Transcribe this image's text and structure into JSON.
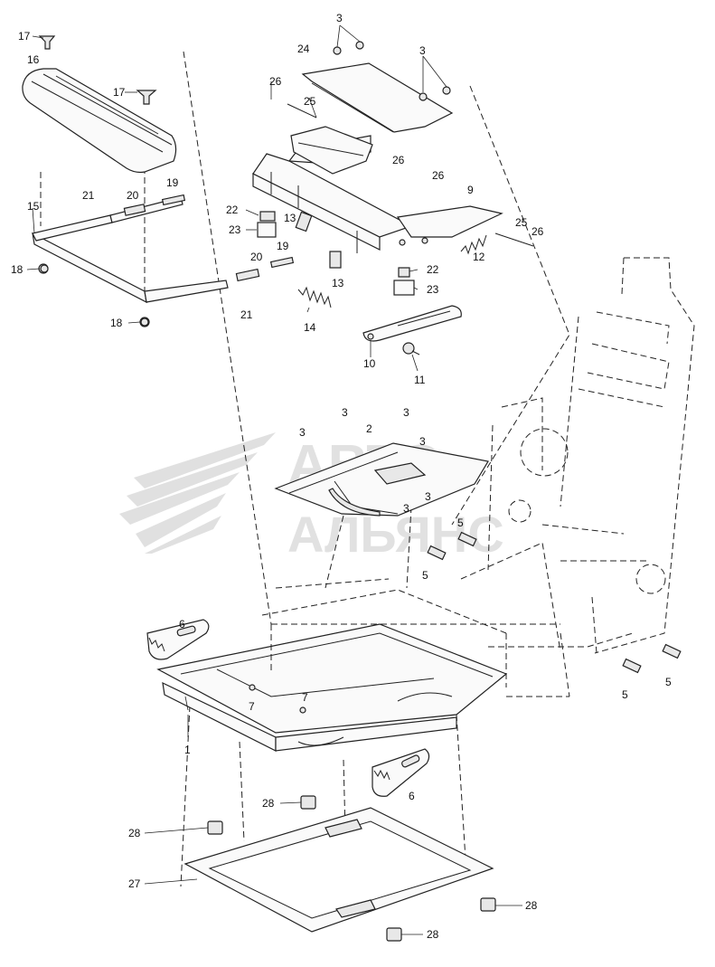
{
  "diagram": {
    "watermark": {
      "line1": "АВТО",
      "line2": "АЛЬЯНС"
    },
    "callouts": [
      {
        "id": "c17a",
        "text": "17"
      },
      {
        "id": "c16",
        "text": "16"
      },
      {
        "id": "c17b",
        "text": "17"
      },
      {
        "id": "c3a",
        "text": "3"
      },
      {
        "id": "c24",
        "text": "24"
      },
      {
        "id": "c3b",
        "text": "3"
      },
      {
        "id": "c26a",
        "text": "26"
      },
      {
        "id": "c25a",
        "text": "25"
      },
      {
        "id": "c26b",
        "text": "26"
      },
      {
        "id": "c26c",
        "text": "26"
      },
      {
        "id": "c9",
        "text": "9"
      },
      {
        "id": "c19a",
        "text": "19"
      },
      {
        "id": "c21a",
        "text": "21"
      },
      {
        "id": "c20a",
        "text": "20"
      },
      {
        "id": "c15",
        "text": "15"
      },
      {
        "id": "c22a",
        "text": "22"
      },
      {
        "id": "c23a",
        "text": "23"
      },
      {
        "id": "c13a",
        "text": "13"
      },
      {
        "id": "c19b",
        "text": "19"
      },
      {
        "id": "c25b",
        "text": "25"
      },
      {
        "id": "c26d",
        "text": "26"
      },
      {
        "id": "c12",
        "text": "12"
      },
      {
        "id": "c18a",
        "text": "18"
      },
      {
        "id": "c20b",
        "text": "20"
      },
      {
        "id": "c13b",
        "text": "13"
      },
      {
        "id": "c22b",
        "text": "22"
      },
      {
        "id": "c23b",
        "text": "23"
      },
      {
        "id": "c21b",
        "text": "21"
      },
      {
        "id": "c14",
        "text": "14"
      },
      {
        "id": "c18b",
        "text": "18"
      },
      {
        "id": "c10",
        "text": "10"
      },
      {
        "id": "c11",
        "text": "11"
      },
      {
        "id": "c3c",
        "text": "3"
      },
      {
        "id": "c3d",
        "text": "3"
      },
      {
        "id": "c2",
        "text": "2"
      },
      {
        "id": "c3e",
        "text": "3"
      },
      {
        "id": "c3f",
        "text": "3"
      },
      {
        "id": "c3g",
        "text": "3"
      },
      {
        "id": "c3h",
        "text": "3"
      },
      {
        "id": "c5a",
        "text": "5"
      },
      {
        "id": "c5b",
        "text": "5"
      },
      {
        "id": "c6a",
        "text": "6"
      },
      {
        "id": "c7a",
        "text": "7"
      },
      {
        "id": "c7b",
        "text": "7"
      },
      {
        "id": "c1",
        "text": "1"
      },
      {
        "id": "c5c",
        "text": "5"
      },
      {
        "id": "c5d",
        "text": "5"
      },
      {
        "id": "c6b",
        "text": "6"
      },
      {
        "id": "c28a",
        "text": "28"
      },
      {
        "id": "c28b",
        "text": "28"
      },
      {
        "id": "c27",
        "text": "27"
      },
      {
        "id": "c28c",
        "text": "28"
      },
      {
        "id": "c28d",
        "text": "28"
      }
    ]
  }
}
